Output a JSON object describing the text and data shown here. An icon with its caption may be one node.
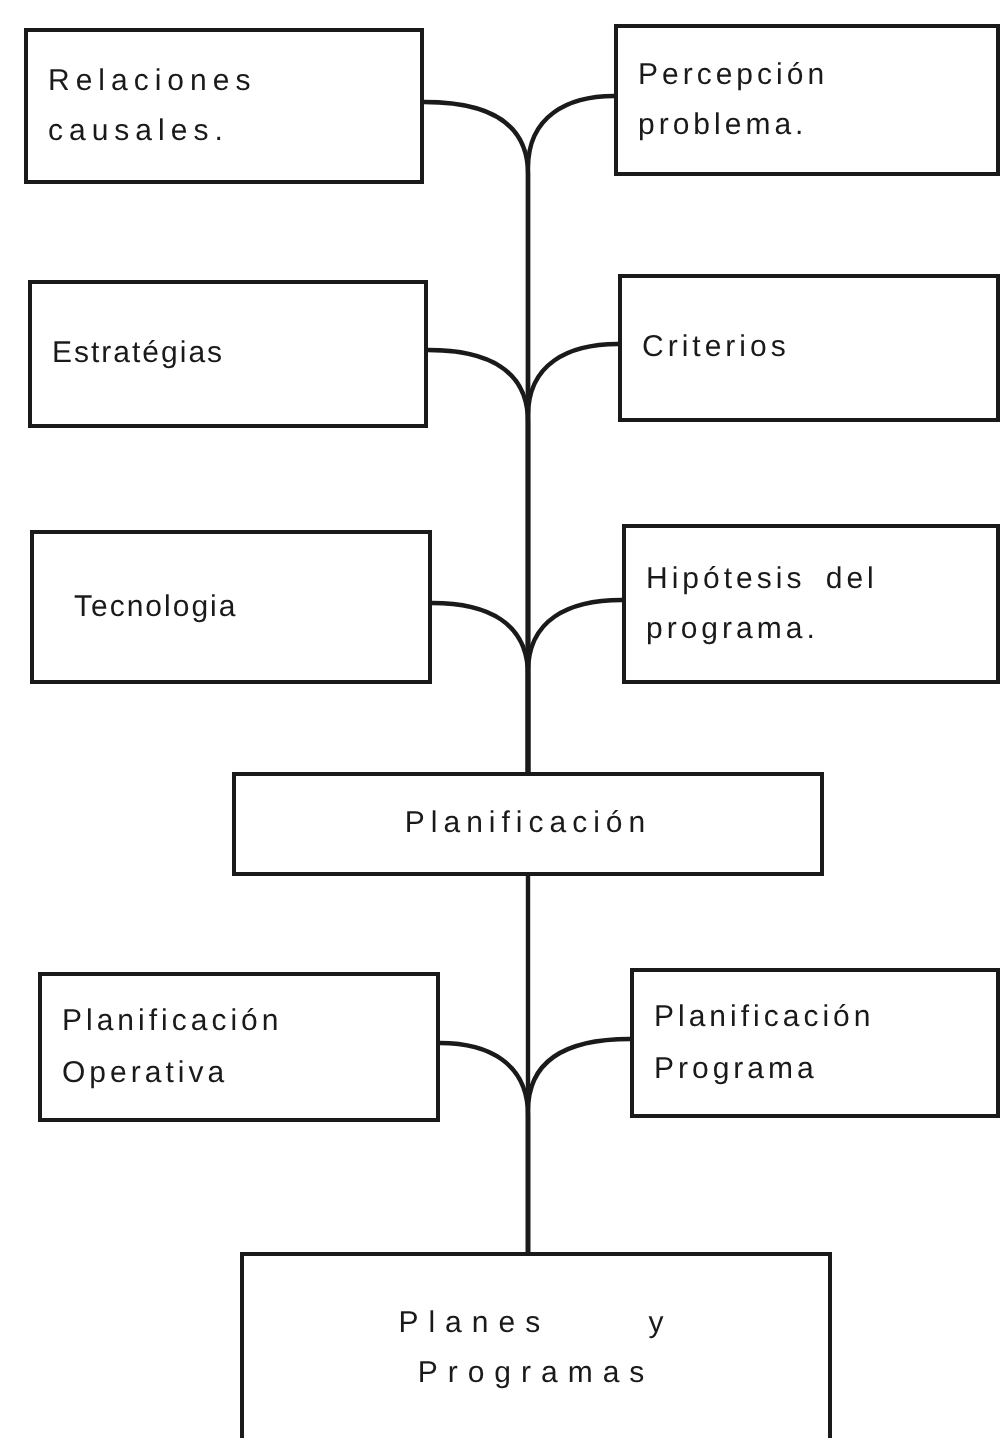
{
  "diagram": {
    "nodes": [
      {
        "text": [
          "Relaciones causales."
        ]
      },
      {
        "text": [
          "Percepción problema."
        ]
      },
      {
        "text": [
          "Estratégias"
        ]
      },
      {
        "text": [
          "Criterios"
        ]
      },
      {
        "text": [
          "Tecnologia"
        ]
      },
      {
        "text": [
          "Hipótesis del programa."
        ]
      },
      {
        "text": [
          "Planificación"
        ]
      },
      {
        "text": [
          "Planificación Operativa"
        ]
      },
      {
        "text": [
          "Planificación Programa"
        ]
      },
      {
        "text": [
          "Planes y Programas"
        ]
      }
    ],
    "edges": [
      {
        "from": 0,
        "to": 6,
        "arrow": "none"
      },
      {
        "from": 1,
        "to": 6,
        "arrow": "none"
      },
      {
        "from": 2,
        "to": 6,
        "arrow": "none"
      },
      {
        "from": 3,
        "to": 6,
        "arrow": "none"
      },
      {
        "from": 4,
        "to": 6,
        "arrow": "none"
      },
      {
        "from": 5,
        "to": 6,
        "arrow": "none"
      },
      {
        "from": 6,
        "to": 9,
        "arrow": "none"
      },
      {
        "from": 7,
        "to": 9,
        "arrow": "none"
      },
      {
        "from": 8,
        "to": 9,
        "arrow": "none"
      }
    ]
  }
}
